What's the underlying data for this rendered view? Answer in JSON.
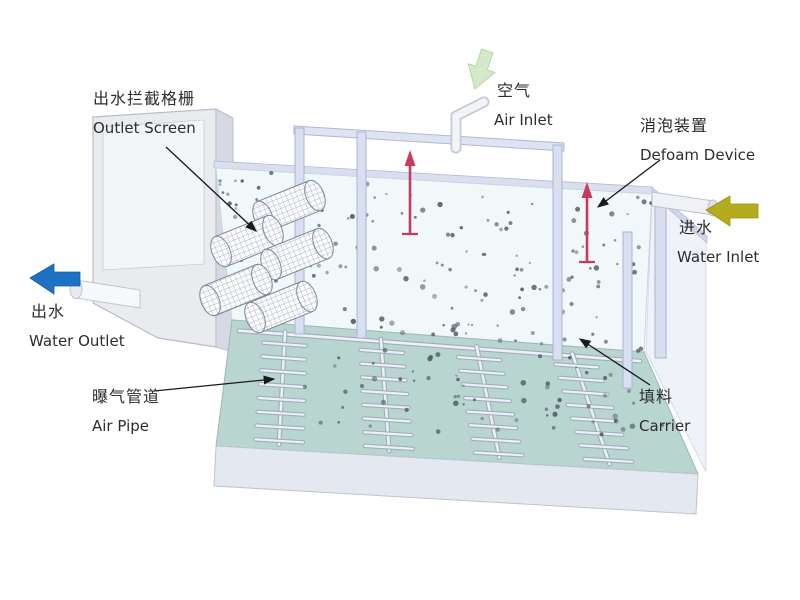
{
  "labels": {
    "outlet_screen": {
      "zh": "出水拦截格栅",
      "en": "Outlet Screen"
    },
    "air_inlet": {
      "zh": "空气",
      "en": "Air Inlet"
    },
    "defoam_device": {
      "zh": "消泡装置",
      "en": "Defoam Device"
    },
    "water_inlet": {
      "zh": "进水",
      "en": "Water Inlet"
    },
    "water_outlet": {
      "zh": "出水",
      "en": "Water Outlet"
    },
    "air_pipe": {
      "zh": "曝气管道",
      "en": "Air Pipe"
    },
    "carrier": {
      "zh": "填料",
      "en": "Carrier"
    }
  },
  "colors": {
    "water_outlet_arrow": "#1d72c4",
    "water_inlet_arrow": "#b5ab1e",
    "air_inlet_arrow": "#d4e9c9",
    "defoam_device": "#cb3a5c",
    "water_surface": "#f1f8fa",
    "tank_floor": "#b8d5d0",
    "tank_wall": "#dfe4f2",
    "carrier_dot": "#565e68",
    "leader_line": "#1a1a1a"
  }
}
